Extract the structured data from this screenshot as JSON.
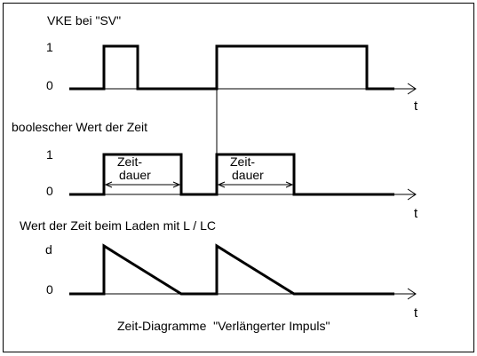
{
  "diagram": {
    "panel_1": {
      "title": "VKE bei \"SV\"",
      "tick_high": "1",
      "tick_low": "0",
      "axis_label": "t"
    },
    "panel_2": {
      "title": "boolescher Wert der Zeit",
      "tick_high": "1",
      "tick_low": "0",
      "axis_label": "t",
      "duration_labels": [
        {
          "line1": "Zeit-",
          "line2": "dauer"
        },
        {
          "line1": "Zeit-",
          "line2": "dauer"
        }
      ]
    },
    "panel_3": {
      "title": "Wert der Zeit beim Laden mit L / LC",
      "tick_high": "d",
      "tick_low": "0",
      "axis_label": "t"
    },
    "caption": "Zeit-Diagramme  \"Verlängerter Impuls\""
  }
}
